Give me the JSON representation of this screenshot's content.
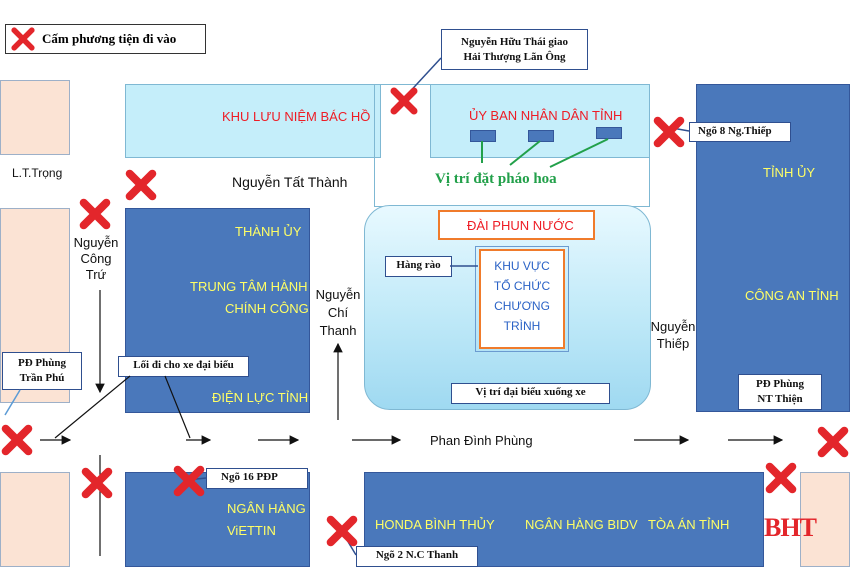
{
  "legend": {
    "label": "Cấm phương tiện đi vào",
    "icon": "x-mark-icon"
  },
  "notes": {
    "nguyen_huu_thai": "Nguyễn Hữu Thái giao Hải Thượng  Lãn Ông",
    "ngo8": "Ngõ 8 Ng.Thiếp",
    "pd_phung_tran_phu": "PĐ Phùng Trần Phú",
    "loi_di": "Lối đi cho xe đại biểu",
    "pd_phung_nt_thien": "PĐ Phùng NT Thiện",
    "ngo16": "Ngõ 16 PĐP",
    "ngo2": "Ngõ 2 N.C Thanh",
    "hang_rao": "Hàng rào",
    "vi_tri_xuong_xe": "Vị trí đại biểu xuống xe"
  },
  "zones": {
    "khu_luu_niem": "KHU LƯU NIỆM BÁC HỒ",
    "uy_ban": "ỦY BAN NHÂN DÂN TỈNH",
    "dai_phun_nuoc": "ĐÀI PHUN NƯỚC",
    "khu_vuc": "KHU VỰC TỔ CHỨC CHƯƠNG TRÌNH",
    "thanh_uy": "THÀNH ỦY",
    "trung_tam": "TRUNG TÂM HÀNH CHÍNH CÔNG",
    "dien_luc": "ĐIỆN LỰC TỈNH",
    "tinh_uy": "TỈNH ỦY",
    "cong_an": "CÔNG AN TỈNH",
    "ngan_hang_viettin": "NGÂN HÀNG ViETTIN",
    "honda": "HONDA BÌNH THỦY",
    "bidv": "NGÂN HÀNG  BIDV",
    "toa_an": "TÒA ÁN TỈNH"
  },
  "roads": {
    "lt_trong": "L.T.Trọng",
    "nguyen_tat_thanh": "Nguyễn Tất Thành",
    "nguyen_cong_tru": "Nguyễn Công Trứ",
    "nguyen_chi_thanh": "Nguyễn Chí Thanh",
    "nguyen_thiep": "Nguyễn Thiếp",
    "phan_dinh_phung": "Phan Đình Phùng"
  },
  "fireworks_label": "Vị trí đặt pháo hoa",
  "watermark": "BHT",
  "colors": {
    "building_blue": "#4a78bb",
    "peach": "#fbe3d4",
    "light_blue": "#c5eefa",
    "zone_red": "#ee1c25",
    "zone_yellow": "#ffff66",
    "fireworks_green": "#22a04a",
    "fountain_orange": "#f07b2b"
  }
}
